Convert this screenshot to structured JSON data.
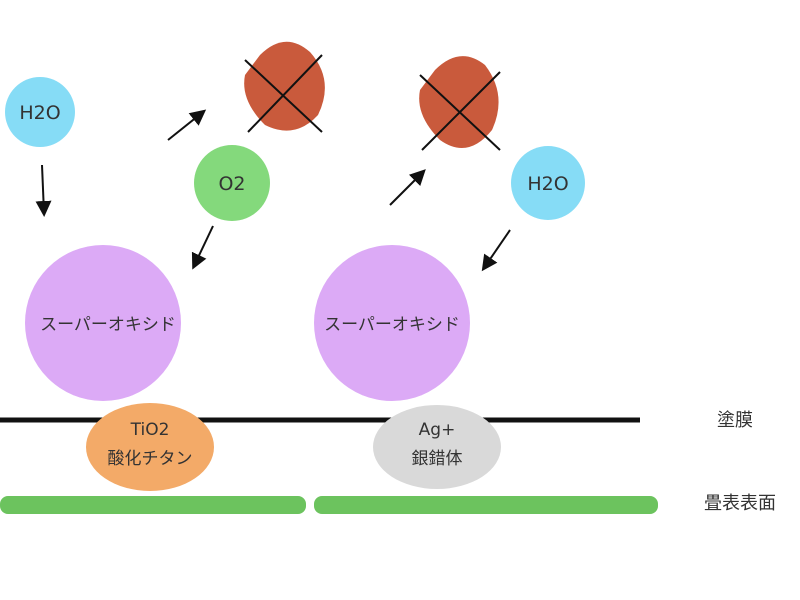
{
  "molecules": {
    "water_left": "H2O",
    "oxygen": "O2",
    "water_right": "H2O"
  },
  "superoxide": {
    "left_label": "スーパーオキシド",
    "right_label": "スーパーオキシド"
  },
  "catalysts": {
    "titanium": {
      "formula": "TiO2",
      "name": "酸化チタン"
    },
    "silver": {
      "formula": "Ag+",
      "name": "銀錯体"
    }
  },
  "labels": {
    "coating": "塗膜",
    "surface": "畳表表面"
  },
  "colors": {
    "water": "#86dcf6",
    "oxygen": "#84d97c",
    "bacteria": "#c95a3c",
    "superoxide": "#dcaaf6",
    "titanium": "#f3aa68",
    "silver": "#d9d9d9",
    "surface": "#6cc35e"
  }
}
